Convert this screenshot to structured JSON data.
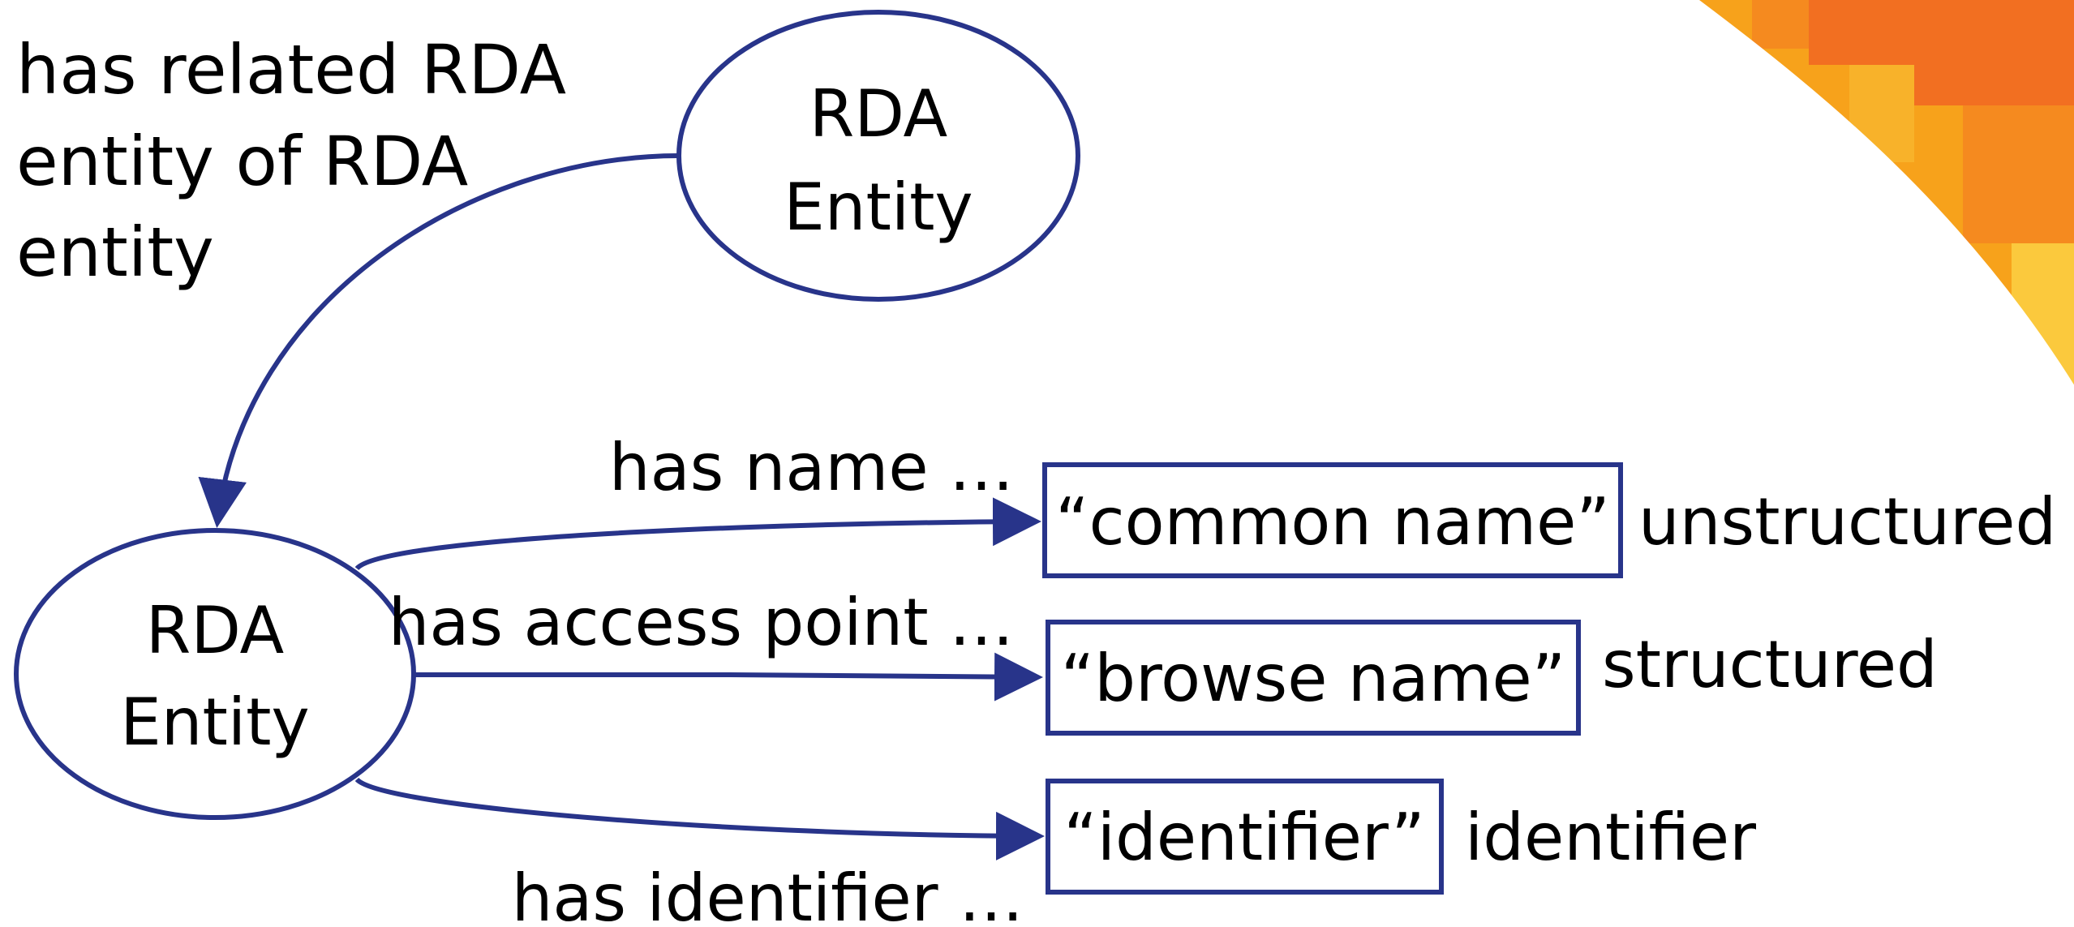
{
  "colors": {
    "stroke": "#28348a",
    "text": "#000000",
    "background": "#ffffff",
    "accent_orange": "#f26f21",
    "accent_amber": "#f7a21b",
    "accent_yellow": "#fbc93d"
  },
  "relationship_label": [
    "has related RDA",
    "entity of RDA",
    "entity"
  ],
  "nodes": {
    "top_entity": [
      "RDA",
      "Entity"
    ],
    "main_entity": [
      "RDA",
      "Entity"
    ]
  },
  "edges": {
    "name": "has name …",
    "access_point": "has access point …",
    "identifier": "has identifier …"
  },
  "values": {
    "common_name": "“common name”",
    "browse_name": "“browse name”",
    "identifier": "“identifier”"
  },
  "value_types": {
    "unstructured": "unstructured",
    "structured": "structured",
    "identifier": "identifier"
  }
}
